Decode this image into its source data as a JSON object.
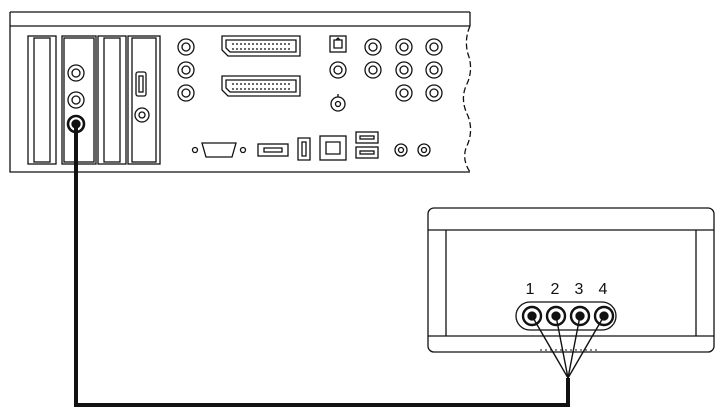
{
  "diagram": {
    "receiver": {
      "port_labels": [
        "1",
        "2",
        "3",
        "4"
      ]
    },
    "colors": {
      "stroke": "#111111",
      "background": "#ffffff"
    },
    "icons": {
      "pc": "computer-back-panel-icon",
      "receiver": "receiver-box-icon",
      "cable": "breakout-cable-icon"
    }
  }
}
